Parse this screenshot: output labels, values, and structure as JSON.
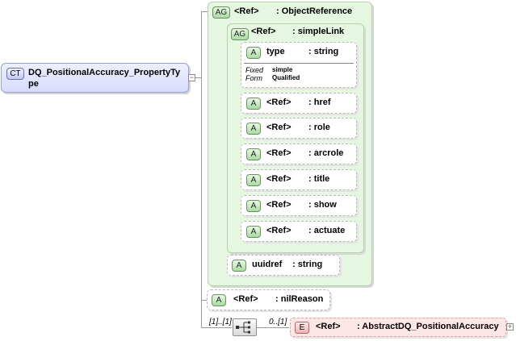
{
  "complex_type": {
    "badge": "CT",
    "name_line1": "DQ_PositionalAccuracy_PropertyTy",
    "name_line2": "pe"
  },
  "object_reference": {
    "badge": "AG",
    "ref": "<Ref>",
    "name": ": ObjectReference"
  },
  "simple_link": {
    "badge": "AG",
    "ref": "<Ref>",
    "name": ": simpleLink",
    "type_attr": {
      "badge": "A",
      "name": "type",
      "type": ": string",
      "fixed_label": "Fixed",
      "fixed_value": "simple",
      "form_label": "Form",
      "form_value": "Qualified"
    },
    "attributes": [
      {
        "badge": "A",
        "ref": "<Ref>",
        "name": ": href"
      },
      {
        "badge": "A",
        "ref": "<Ref>",
        "name": ": role"
      },
      {
        "badge": "A",
        "ref": "<Ref>",
        "name": ": arcrole"
      },
      {
        "badge": "A",
        "ref": "<Ref>",
        "name": ": title"
      },
      {
        "badge": "A",
        "ref": "<Ref>",
        "name": ": show"
      },
      {
        "badge": "A",
        "ref": "<Ref>",
        "name": ": actuate"
      }
    ]
  },
  "uuidref": {
    "badge": "A",
    "name": "uuidref",
    "type": ": string"
  },
  "nil_reason": {
    "badge": "A",
    "ref": "<Ref>",
    "name": ": nilReason"
  },
  "sequence": {
    "min_max": "[1]..[1]",
    "child_occurs": "0..[1]",
    "icon": "sequence-icon"
  },
  "element": {
    "badge": "E",
    "ref": "<Ref>",
    "name": ": AbstractDQ_PositionalAccuracy",
    "expander": "+"
  },
  "colors": {
    "group_fill": "#e6f7e1",
    "ct_fill": "#d7dcfb",
    "element_fill": "#fde6e6"
  }
}
